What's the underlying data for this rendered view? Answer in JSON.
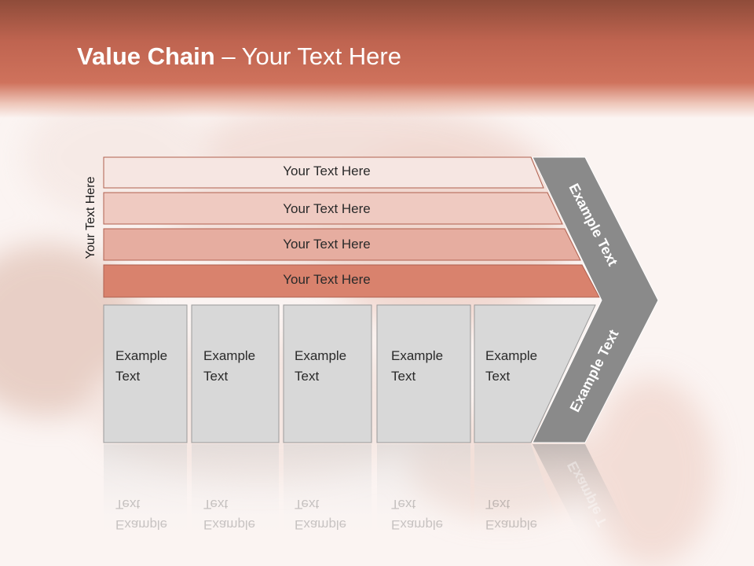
{
  "slide": {
    "title_bold": "Value Chain",
    "title_rest": " – Your Text Here",
    "vertical_label": "Your Text Here"
  },
  "rows": [
    {
      "label": "Your Text Here",
      "color": "#f6e6e2"
    },
    {
      "label": "Your Text Here",
      "color": "#efcac1"
    },
    {
      "label": "Your Text Here",
      "color": "#e6ada0"
    },
    {
      "label": "Your Text Here",
      "color": "#d9826d"
    }
  ],
  "boxes": [
    {
      "line1": "Example",
      "line2": "Text"
    },
    {
      "line1": "Example",
      "line2": "Text"
    },
    {
      "line1": "Example",
      "line2": "Text"
    },
    {
      "line1": "Example",
      "line2": "Text"
    },
    {
      "line1": "Example",
      "line2": "Text"
    }
  ],
  "chevron": {
    "top_label": "Example Text",
    "bottom_label": "Example Text",
    "reflection_label": "Example T",
    "color": "#8a8a8a"
  },
  "colors": {
    "header": "#c8684f",
    "box_fill": "#d8d8d8"
  }
}
